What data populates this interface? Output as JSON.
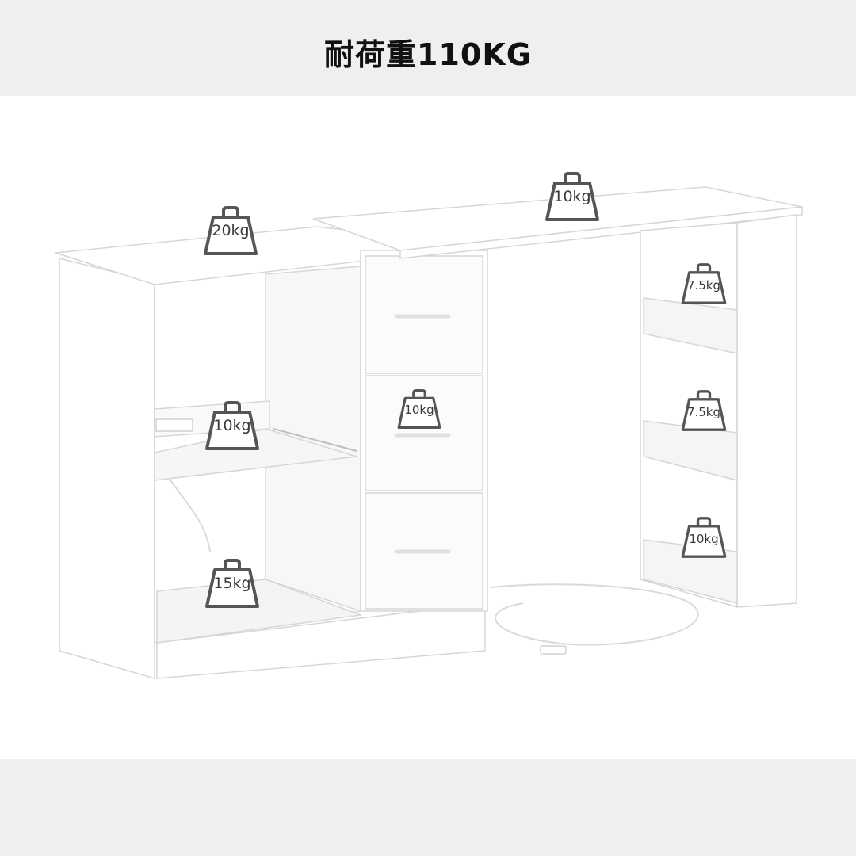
{
  "header": {
    "title": "耐荷重110KG"
  },
  "load_badges": [
    {
      "id": "desktop-left",
      "label": "20kg"
    },
    {
      "id": "desktop-right",
      "label": "10kg"
    },
    {
      "id": "keyboard-tray",
      "label": "10kg"
    },
    {
      "id": "drawer",
      "label": "10kg"
    },
    {
      "id": "bottom-shelf",
      "label": "15kg"
    },
    {
      "id": "side-shelf-top",
      "label": "7.5kg"
    },
    {
      "id": "side-shelf-middle",
      "label": "7.5kg"
    },
    {
      "id": "side-shelf-bottom",
      "label": "10kg"
    }
  ],
  "colors": {
    "band": "#efefef",
    "furniture": "#ffffff",
    "outline": "#d9d9d9",
    "badge_stroke": "#555555"
  }
}
